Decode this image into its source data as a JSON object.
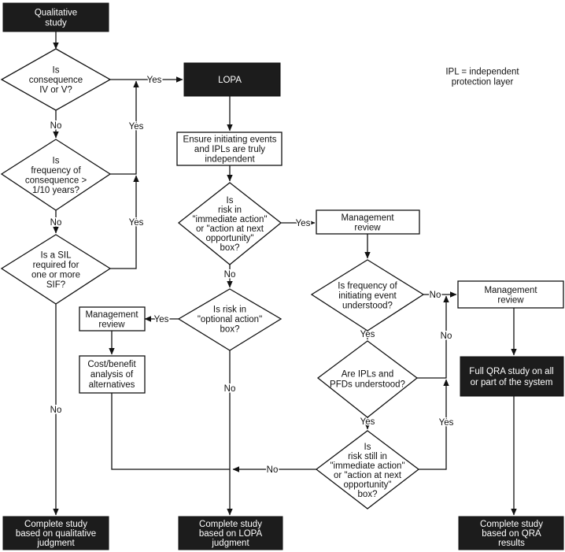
{
  "nodes": {
    "qualitative": [
      "Qualitative",
      "study"
    ],
    "q_consequence": [
      "Is",
      "consequence",
      "IV or V?"
    ],
    "q_frequency": [
      "Is",
      "frequency of",
      "consequence >",
      "1/10 years?"
    ],
    "q_sil": [
      "Is a SIL",
      "required for",
      "one or more",
      "SIF?"
    ],
    "lopa": [
      "LOPA"
    ],
    "ensure": [
      "Ensure initiating events",
      "and IPLs are truly",
      "independent"
    ],
    "q_risk_immediate": [
      "Is",
      "risk in",
      "\"immediate action\"",
      "or \"action at next",
      "opportunity\"",
      "box?"
    ],
    "mgmt_review_1": [
      "Management",
      "review"
    ],
    "q_initiating": [
      "Is frequency of",
      "initiating event",
      "understood?"
    ],
    "q_optional": [
      "Is risk in",
      "\"optional action\"",
      "box?"
    ],
    "mgmt_review_2": [
      "Management",
      "review"
    ],
    "cost_benefit": [
      "Cost/benefit",
      "analysis of",
      "alternatives"
    ],
    "q_ipls": [
      "Are IPLs and",
      "PFDs understood?"
    ],
    "mgmt_review_3": [
      "Management",
      "review"
    ],
    "full_qra": [
      "Full QRA study on all",
      "or part of the system"
    ],
    "q_risk_still": [
      "Is",
      "risk still in",
      "\"immediate action\"",
      "or \"action at next",
      "opportunity\"",
      "box?"
    ],
    "end_qualitative": [
      "Complete study",
      "based on qualitative",
      "judgment"
    ],
    "end_lopa": [
      "Complete study",
      "based on LOPA",
      "judgment"
    ],
    "end_qra": [
      "Complete study",
      "based on QRA",
      "results"
    ]
  },
  "note": [
    "IPL = independent",
    "protection layer"
  ],
  "edge_labels": {
    "consequence_yes": "Yes",
    "consequence_no": "No",
    "frequency_yes": "Yes",
    "frequency_no": "No",
    "sil_yes": "Yes",
    "sil_no": "No",
    "immediate_yes": "Yes",
    "immediate_no": "No",
    "optional_yes": "Yes",
    "optional_no": "No",
    "initiating_yes": "Yes",
    "initiating_no": "No",
    "ipls_yes": "Yes",
    "ipls_no": "No",
    "still_yes": "Yes",
    "still_no": "No"
  }
}
